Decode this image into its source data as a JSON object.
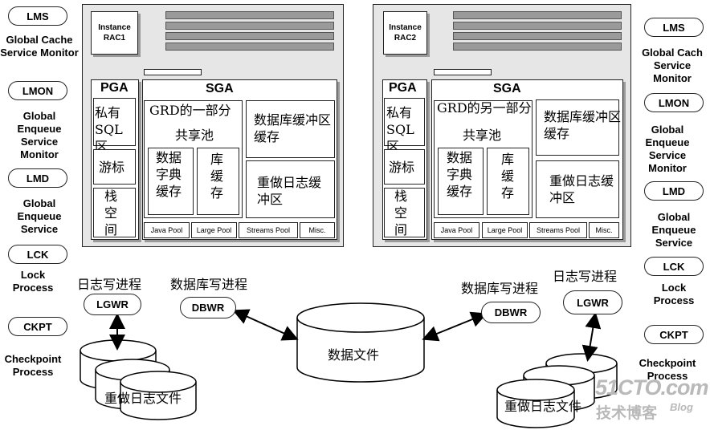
{
  "left_bg": {
    "processes": [
      {
        "abbr": "LMS",
        "desc": "Global Cache Service Monitor"
      },
      {
        "abbr": "LMON",
        "desc": "Global Enqueue Service Monitor"
      },
      {
        "abbr": "LMD",
        "desc": "Global Enqueue Service"
      },
      {
        "abbr": "LCK",
        "desc": "Lock Process"
      },
      {
        "abbr": "CKPT",
        "desc": "Checkpoint Process"
      }
    ]
  },
  "right_bg": {
    "processes": [
      {
        "abbr": "LMS",
        "desc": "Global Cach Service Monitor"
      },
      {
        "abbr": "LMON",
        "desc": "Global Enqueue Service Monitor"
      },
      {
        "abbr": "LMD",
        "desc": "Global Enqueue Service"
      },
      {
        "abbr": "LCK",
        "desc": "Lock Process"
      },
      {
        "abbr": "CKPT",
        "desc": "Checkpoint Process"
      }
    ]
  },
  "instance1": {
    "name": "Instance RAC1",
    "pga": "PGA",
    "sga": "SGA",
    "private_sql": "私有SQL区",
    "cursor": "游标",
    "stack": "栈空间",
    "grd": "GRD的一部分",
    "shared_pool": "共享池",
    "dict_cache": "数据字典缓存",
    "lib_cache": "库缓存",
    "db_buffer": "数据库缓冲区缓存",
    "redo_buffer": "重做日志缓冲区",
    "pools": [
      "Java Pool",
      "Large Pool",
      "Streams Pool",
      "Misc."
    ]
  },
  "instance2": {
    "name": "Instance RAC2",
    "pga": "PGA",
    "sga": "SGA",
    "private_sql": "私有SQL区",
    "cursor": "游标",
    "stack": "栈空间",
    "grd": "GRD的另一部分",
    "shared_pool": "共享池",
    "dict_cache": "数据字典缓存",
    "lib_cache": "库缓存",
    "db_buffer": "数据库缓冲区缓存",
    "redo_buffer": "重做日志缓冲区",
    "pools": [
      "Java Pool",
      "Large Pool",
      "Streams Pool",
      "Misc."
    ]
  },
  "bottom": {
    "lgwr_label_left": "日志写进程",
    "lgwr_left": "LGWR",
    "dbwr_label_left": "数据库写进程",
    "dbwr_left": "DBWR",
    "datafile": "数据文件",
    "dbwr_label_right": "数据库写进程",
    "dbwr_right": "DBWR",
    "lgwr_label_right": "日志写进程",
    "lgwr_right": "LGWR",
    "redo_files_left": "重做日志文件",
    "redo_files_right": "重做日志文件"
  },
  "watermark": {
    "site": "51CTO.com",
    "sub": "技术博客",
    "blog": "Blog"
  }
}
